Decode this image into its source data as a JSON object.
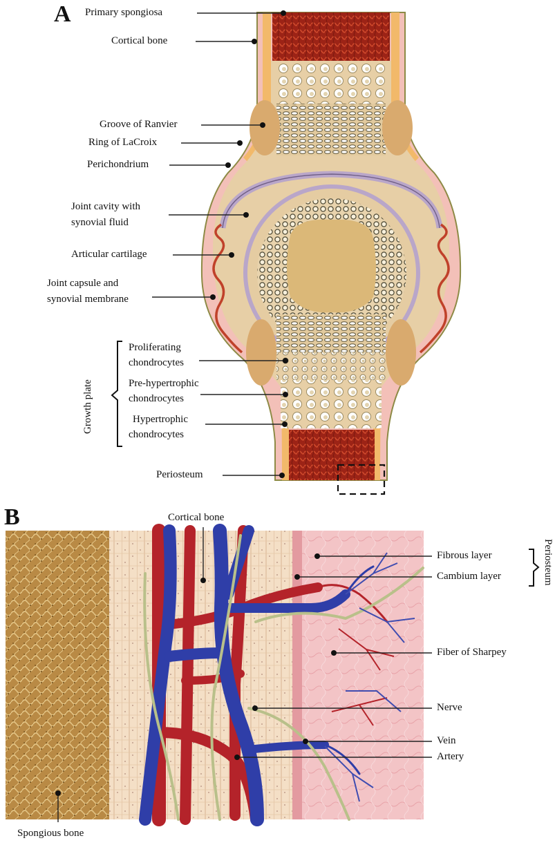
{
  "panel_a": {
    "letter": "A",
    "labels": {
      "primary_spongiosa": "Primary spongiosa",
      "cortical_bone": "Cortical bone",
      "groove_of_ranvier": "Groove of Ranvier",
      "ring_of_lacroix": "Ring of LaCroix",
      "perichondrium": "Perichondrium",
      "joint_cavity_1": "Joint cavity with",
      "joint_cavity_2": "synovial fluid",
      "articular_cartilage": "Articular cartilage",
      "joint_capsule_1": "Joint capsule and",
      "joint_capsule_2": "synovial membrane",
      "proliferating_1": "Proliferating",
      "proliferating_2": "chondrocytes",
      "prehypertrophic_1": "Pre-hypertrophic",
      "prehypertrophic_2": "chondrocytes",
      "hypertrophic_1": "Hypertrophic",
      "hypertrophic_2": "chondrocytes",
      "growth_plate": "Growth plate",
      "periosteum": "Periosteum"
    }
  },
  "panel_b": {
    "letter": "B",
    "labels": {
      "cortical_bone": "Cortical bone",
      "fibrous_layer": "Fibrous layer",
      "cambium_layer": "Cambium layer",
      "periosteum": "Periosteum",
      "fiber_of_sharpey": "Fiber of Sharpey",
      "nerve": "Nerve",
      "vein": "Vein",
      "artery": "Artery",
      "spongious_bone": "Spongious bone"
    }
  },
  "colors": {
    "bone_red": "#a8281a",
    "cartilage": "#e8d2b0",
    "perichondrium_pink": "#f0b8b4",
    "vein_blue": "#2f3ea8",
    "artery_red": "#b4232a",
    "nerve_green": "#b9c08a",
    "cortical_tan": "#f3dcc0",
    "spongy": "#c99a55"
  }
}
